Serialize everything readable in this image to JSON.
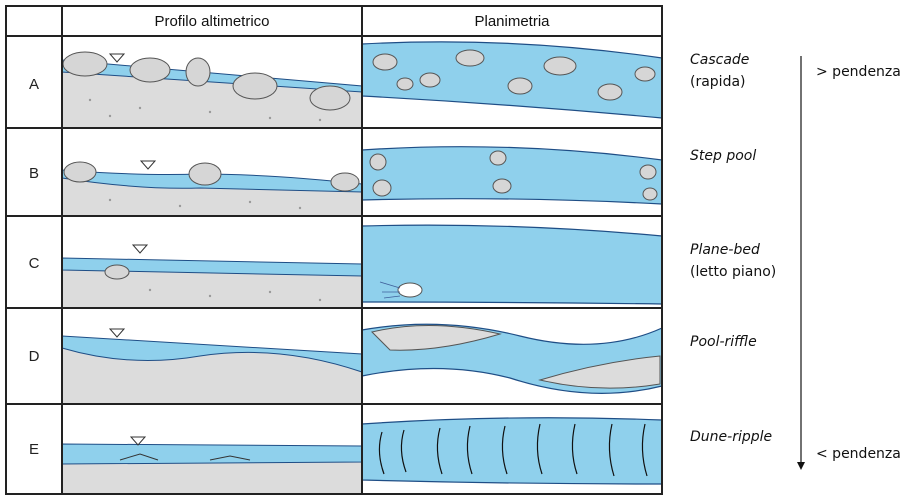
{
  "table": {
    "corner": "",
    "col_profile": "Profilo altimetrico",
    "col_plan": "Planimetria"
  },
  "rows": [
    {
      "label": "A",
      "name": "Cascade",
      "sub": "(rapida)"
    },
    {
      "label": "B",
      "name": "Step pool",
      "sub": ""
    },
    {
      "label": "C",
      "name": "Plane-bed",
      "sub": "(letto piano)"
    },
    {
      "label": "D",
      "name": "Pool-riffle",
      "sub": ""
    },
    {
      "label": "E",
      "name": "Dune-ripple",
      "sub": ""
    }
  ],
  "gradient": {
    "top": "> pendenza",
    "bottom": "< pendenza"
  },
  "colors": {
    "water": "#8fd0ec",
    "water_edge": "#1f4e86",
    "sediment": "#dcdcdc",
    "boulder": "#d6d6d6",
    "grid": "#222222"
  }
}
